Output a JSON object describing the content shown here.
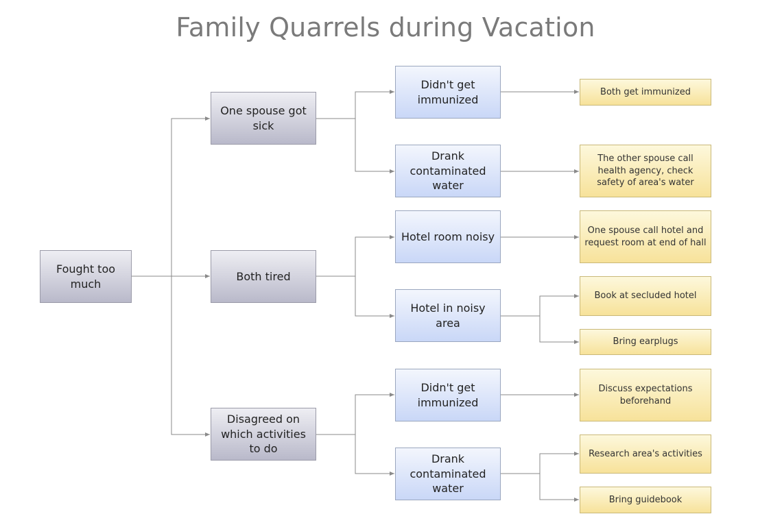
{
  "title": "Family Quarrels during Vacation",
  "colors": {
    "level1": "#b9b9ca",
    "level2": "#c9d7f7",
    "level3": "#f7e29a",
    "connector": "#8a8a8a"
  },
  "root": {
    "label": "Fought too much"
  },
  "causes": [
    {
      "label": "One spouse got sick"
    },
    {
      "label": "Both tired"
    },
    {
      "label": "Disagreed on which activities to do"
    }
  ],
  "reasons": [
    {
      "label": "Didn't get immunized"
    },
    {
      "label": "Drank contaminated water"
    },
    {
      "label": "Hotel room noisy"
    },
    {
      "label": "Hotel in noisy area"
    },
    {
      "label": "Didn't get immunized"
    },
    {
      "label": "Drank contaminated water"
    }
  ],
  "solutions": [
    {
      "label": "Both get immunized"
    },
    {
      "label": "The other spouse call health agency, check safety of area's water"
    },
    {
      "label": "One spouse call hotel and request room at end of hall"
    },
    {
      "label": "Book at secluded hotel"
    },
    {
      "label": "Bring earplugs"
    },
    {
      "label": "Discuss expectations beforehand"
    },
    {
      "label": "Research area's activities"
    },
    {
      "label": "Bring guidebook"
    }
  ]
}
